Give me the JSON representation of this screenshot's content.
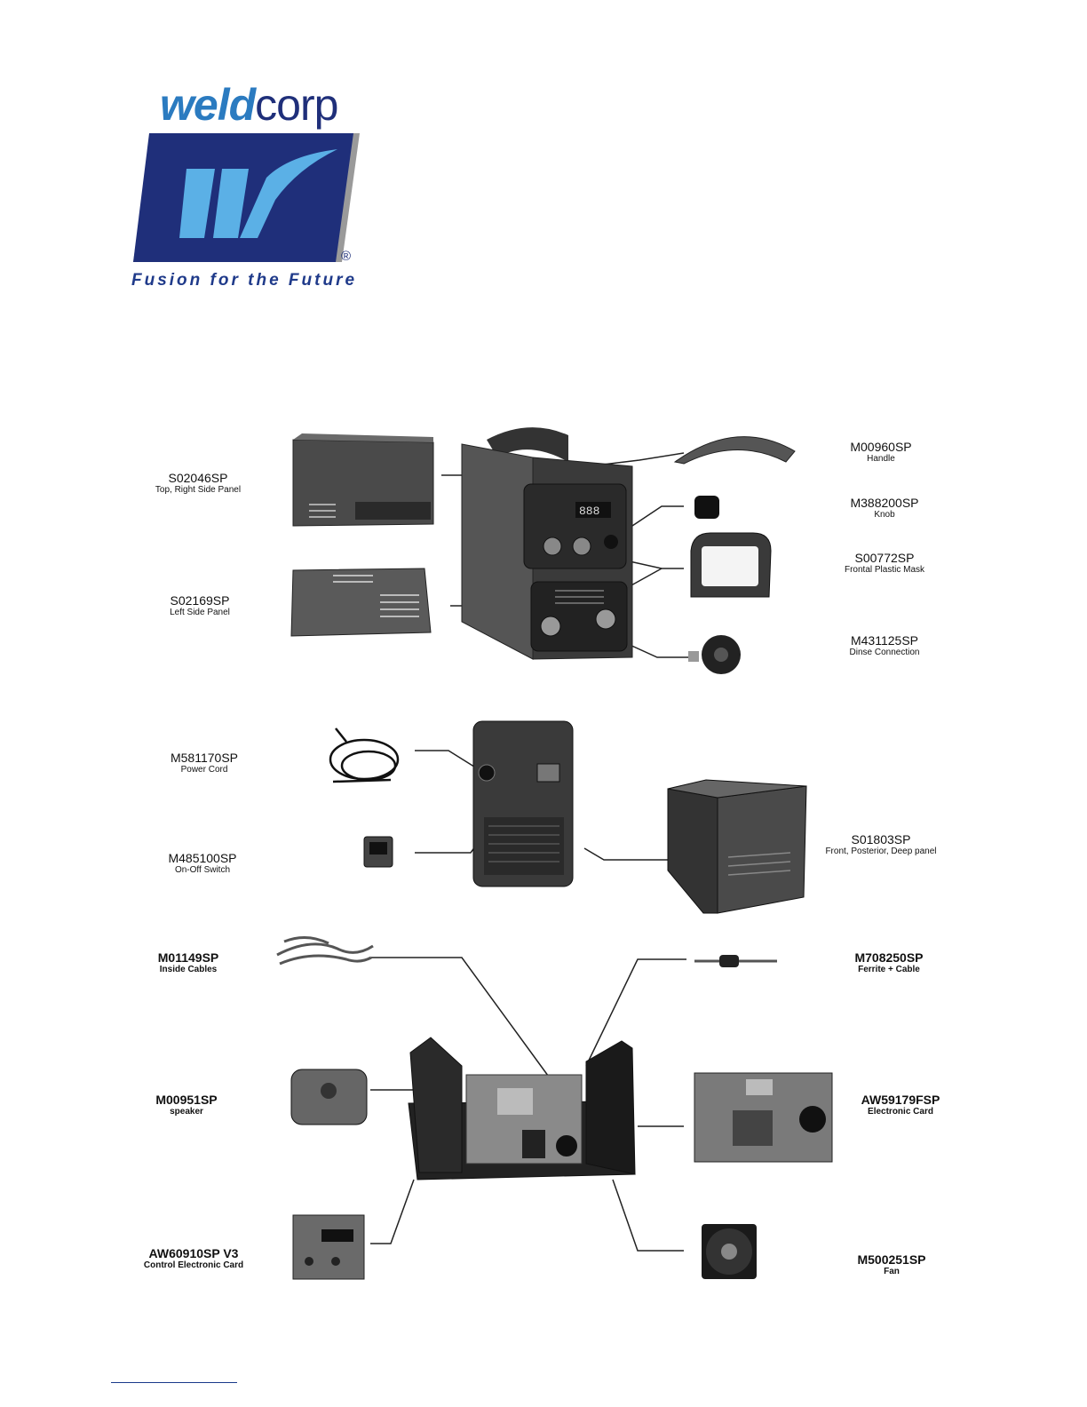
{
  "brand": {
    "word_part1": "weld",
    "word_part2": "corp",
    "tagline": "Fusion for the Future",
    "registered_mark": "®",
    "colors": {
      "navy": "#1f2f7a",
      "blue": "#2b7bc0",
      "light_blue": "#5bb0e6",
      "gray": "#9a9a9a"
    }
  },
  "parts": [
    {
      "code": "S02046SP",
      "desc": "Top, Right Side Panel"
    },
    {
      "code": "S02169SP",
      "desc": "Left Side Panel"
    },
    {
      "code": "M00960SP",
      "desc": "Handle"
    },
    {
      "code": "M388200SP",
      "desc": "Knob"
    },
    {
      "code": "S00772SP",
      "desc": "Frontal Plastic Mask"
    },
    {
      "code": "M431125SP",
      "desc": "Dinse Connection"
    },
    {
      "code": "M581170SP",
      "desc": "Power Cord"
    },
    {
      "code": "M485100SP",
      "desc": "On-Off Switch"
    },
    {
      "code": "S01803SP",
      "desc": "Front, Posterior, Deep panel"
    },
    {
      "code": "M01149SP",
      "desc": "Inside Cables"
    },
    {
      "code": "M708250SP",
      "desc": "Ferrite + Cable"
    },
    {
      "code": "M00951SP",
      "desc": "speaker"
    },
    {
      "code": "AW59179FSP",
      "desc": "Electronic Card"
    },
    {
      "code": "AW60910SP V3",
      "desc": "Control Electronic Card"
    },
    {
      "code": "M500251SP",
      "desc": "Fan"
    }
  ],
  "display_reading": "888"
}
